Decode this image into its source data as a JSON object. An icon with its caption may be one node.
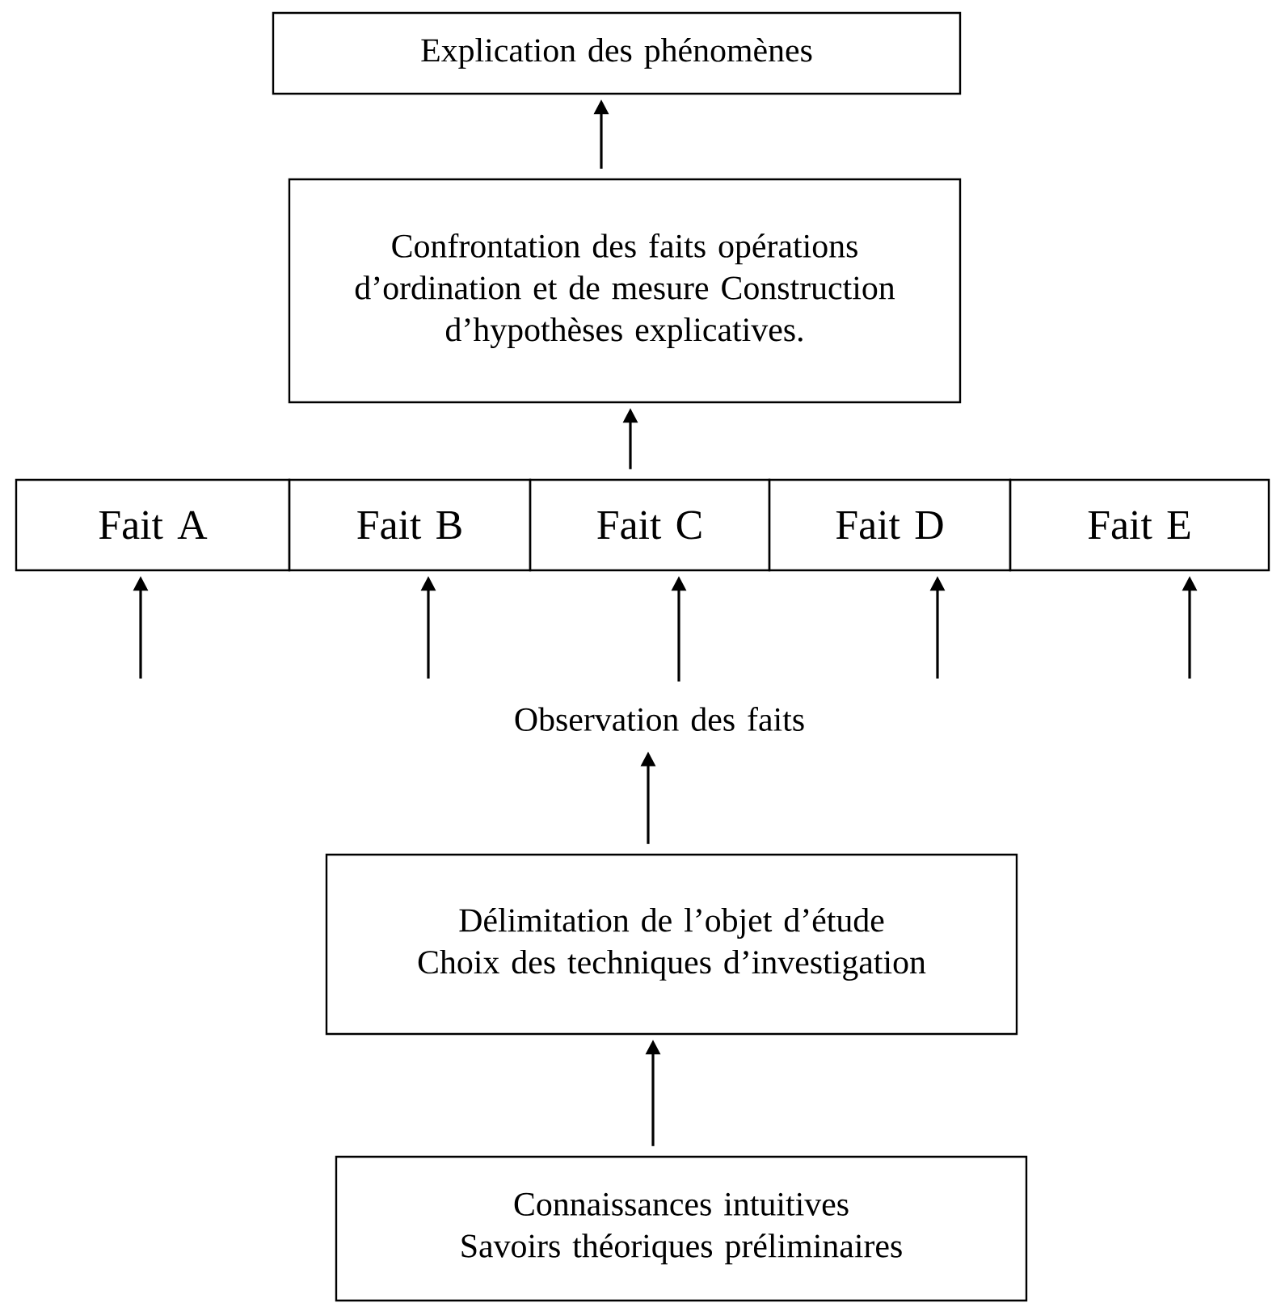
{
  "diagram": {
    "nodes": [
      {
        "text": [
          "Explication des phénomènes"
        ]
      },
      {
        "text": [
          "Confrontation des faits opérations d’ordination et de mesure Construction d’hypothèses explicatives."
        ]
      },
      {
        "text": [
          "Fait A"
        ]
      },
      {
        "text": [
          "Fait B"
        ]
      },
      {
        "text": [
          "Fait C"
        ]
      },
      {
        "text": [
          "Fait D"
        ]
      },
      {
        "text": [
          "Fait E"
        ]
      },
      {
        "text": [
          "Observation des faits"
        ]
      },
      {
        "text": [
          "Délimitation de l’objet d’étude Choix des techniques d’investigation"
        ]
      },
      {
        "text": [
          "Connaissances intuitives Savoirs théoriques préliminaires"
        ]
      }
    ],
    "edges": [
      {
        "from": 1,
        "to": 0,
        "arrow": "to"
      },
      {
        "from": 4,
        "to": 1,
        "arrow": "to"
      },
      {
        "from": null,
        "to": 2,
        "arrow": "to"
      },
      {
        "from": null,
        "to": 3,
        "arrow": "to"
      },
      {
        "from": 7,
        "to": 4,
        "arrow": "to"
      },
      {
        "from": null,
        "to": 5,
        "arrow": "to"
      },
      {
        "from": null,
        "to": 6,
        "arrow": "to"
      },
      {
        "from": 8,
        "to": 7,
        "arrow": "to"
      },
      {
        "from": 9,
        "to": 8,
        "arrow": "to"
      }
    ]
  }
}
